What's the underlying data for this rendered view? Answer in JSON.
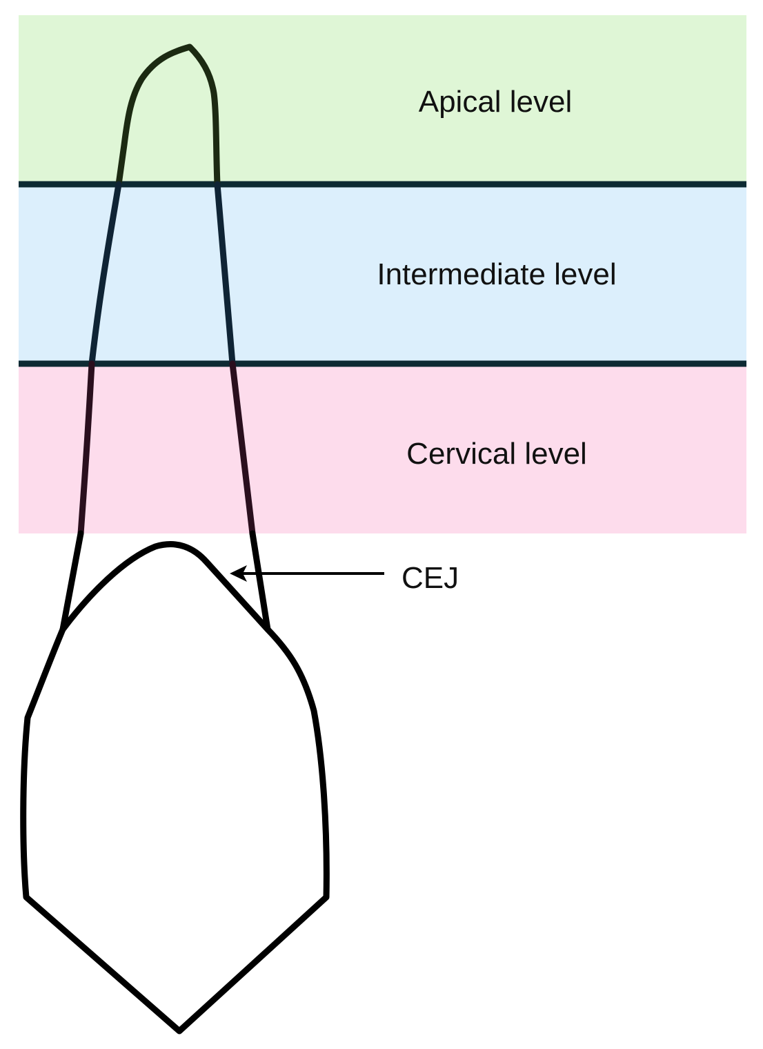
{
  "levels": [
    {
      "label": "Apical level",
      "color": "#dff6d6"
    },
    {
      "label": "Intermediate level",
      "color": "#dceffc"
    },
    {
      "label": "Cervical level",
      "color": "#fddcec"
    }
  ],
  "cej": {
    "label": "CEJ"
  },
  "colors": {
    "outline": "#000000",
    "divider": "#0d2a33",
    "root_apical": "#1c2a12",
    "root_intermediate": "#0f2435",
    "root_cervical": "#2a0f1e"
  }
}
